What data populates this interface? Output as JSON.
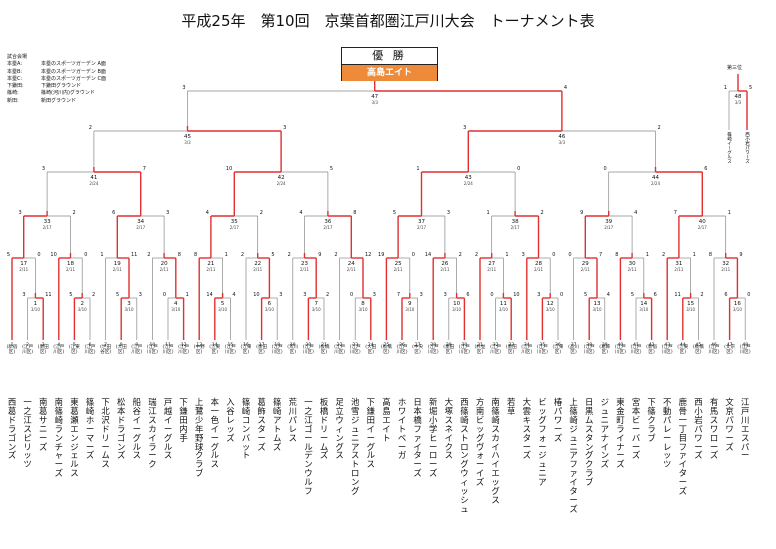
{
  "title": "平成25年　第10回　京葉首都圏江戸川大会　トーナメント表",
  "venue_heading": "試合会場",
  "venues": [
    {
      "key": "本塁A:",
      "value": "本塁のスポーツガーデン A面"
    },
    {
      "key": "本塁B:",
      "value": "本塁のスポーツガーデン B面"
    },
    {
      "key": "本塁C:",
      "value": "本塁のスポーツガーデン C面"
    },
    {
      "key": "下鎌田:",
      "value": "下鎌田グラウンド"
    },
    {
      "key": "篠崎:",
      "value": "篠崎(河川内)グラウンド"
    },
    {
      "key": "新田:",
      "value": "新田グラウンド"
    }
  ],
  "winner": {
    "label": "優 勝",
    "name": "高島エイト"
  },
  "third_place_label": "第三位",
  "colors": {
    "winner_line": "#e03030",
    "normal_line": "#888888",
    "champion_bg": "#ee8b3a"
  },
  "teams": [
    {
      "n": "1",
      "dist": "(新宿区)",
      "name": "西葛ドラゴンズ"
    },
    {
      "n": "2",
      "dist": "(江戸川区)",
      "name": "一之江スピリッツ"
    },
    {
      "n": "3",
      "dist": "(墨田区)",
      "name": "南葛サニーズ"
    },
    {
      "n": "4",
      "dist": "(江戸川区)",
      "name": "南篠崎ランチャーズ"
    },
    {
      "n": "5",
      "dist": "(江東区)",
      "name": "東葛瀬エンジェルス"
    },
    {
      "n": "6",
      "dist": "(江戸川区)",
      "name": "篠崎ホーマーズ"
    },
    {
      "n": "7",
      "dist": "(世田谷区)",
      "name": "下北沢ドリームス"
    },
    {
      "n": "8",
      "dist": "(大田区)",
      "name": "松本ドラゴンズ"
    },
    {
      "n": "9",
      "dist": "(江戸川区)",
      "name": "船谷イーグルス"
    },
    {
      "n": "10",
      "dist": "(江戸川区)",
      "name": "瑞江スカイラーク"
    },
    {
      "n": "11",
      "dist": "(江戸川区)",
      "name": "戸越イーグルス"
    },
    {
      "n": "12",
      "dist": "(江戸川区)",
      "name": "下鎌田内手"
    },
    {
      "n": "13",
      "dist": "(中野区)",
      "name": "上鷺少年野球クラブ"
    },
    {
      "n": "14",
      "dist": "(江東区)",
      "name": "本一色イーグルス"
    },
    {
      "n": "15",
      "dist": "(江戸川区)",
      "name": "入谷レッズ"
    },
    {
      "n": "16",
      "dist": "(江東区)",
      "name": "篠崎コンバット"
    },
    {
      "n": "17",
      "dist": "(墨田区)",
      "name": "葛飾スターズ"
    },
    {
      "n": "18",
      "dist": "(江戸川区)",
      "name": "篠崎アトムズ"
    },
    {
      "n": "19",
      "dist": "(荒川区)",
      "name": "荒川パレス"
    },
    {
      "n": "20",
      "dist": "(江戸川区)",
      "name": "一之江ゴールデンウルフ"
    },
    {
      "n": "21",
      "dist": "(板橋区)",
      "name": "板橋ドリームズ"
    },
    {
      "n": "22",
      "dist": "(江戸川区)",
      "name": "足立ウィングス"
    },
    {
      "n": "23",
      "dist": "(江戸川区)",
      "name": "池雪ジュニアストロング"
    },
    {
      "n": "24",
      "dist": "(大田区)",
      "name": "下鎌田イーグルス"
    },
    {
      "n": "25",
      "dist": "(板橋区)",
      "name": "高島エイト"
    },
    {
      "n": "26",
      "dist": "(江戸川区)",
      "name": "ホワイトベーガ"
    },
    {
      "n": "27",
      "dist": "(中央区)",
      "name": "日本橋ファイターズ"
    },
    {
      "n": "28",
      "dist": "(江戸川区)",
      "name": "新堀小学ヒーローズ"
    },
    {
      "n": "29",
      "dist": "(墨田区)",
      "name": "大塚スネイクス"
    },
    {
      "n": "30",
      "dist": "(江戸川区)",
      "name": "西篠崎ストロングウィッシュ"
    },
    {
      "n": "31",
      "dist": "(杉並区)",
      "name": "方南ビッグヴォーイズ"
    },
    {
      "n": "32",
      "dist": "(江戸川区)",
      "name": "南篠崎スカイハイエッグス"
    },
    {
      "n": "33",
      "dist": "(墨田区)",
      "name": "若草"
    },
    {
      "n": "34",
      "dist": "(江戸川区)",
      "name": "大雲キスターズ"
    },
    {
      "n": "35",
      "dist": "(江戸川区)",
      "name": "ビッグフォージュニア"
    },
    {
      "n": "36",
      "dist": "(江東区)",
      "name": "椿パワーズ"
    },
    {
      "n": "37",
      "dist": "(品川区)",
      "name": "上篠崎ジュニアファイターズ"
    },
    {
      "n": "38",
      "dist": "(江戸川区)",
      "name": "日黒ムスタングクラブ"
    },
    {
      "n": "39",
      "dist": "(葛飾区)",
      "name": "ジュニアナインズ"
    },
    {
      "n": "40",
      "dist": "(江戸川区)",
      "name": "東金町ライナーズ"
    },
    {
      "n": "41",
      "dist": "(江戸川区)",
      "name": "宮本ビーバーズ"
    },
    {
      "n": "42",
      "dist": "(新宿区)",
      "name": "下篠クラブ"
    },
    {
      "n": "43",
      "dist": "(江戸川区)",
      "name": "不動パレーレッツ"
    },
    {
      "n": "44",
      "dist": "(江東区)",
      "name": "鹿骨一丁目ファイターズ"
    },
    {
      "n": "45",
      "dist": "(板橋区)",
      "name": "西小岩パワーズ"
    },
    {
      "n": "46",
      "dist": "(江戸川区)",
      "name": "有馬スワローズ"
    },
    {
      "n": "47",
      "dist": "(文京区)",
      "name": "文京パワーズ"
    },
    {
      "n": "48",
      "dist": "(江戸川区)",
      "name": "江戸川エスパー"
    }
  ],
  "prelims": [
    {
      "no": "1",
      "date": "3/10",
      "a": 2,
      "b": 3,
      "sa": "3",
      "sb": "11",
      "w": 1
    },
    {
      "no": "2",
      "date": "3/10",
      "a": 5,
      "b": 6,
      "sa": "5",
      "sb": "2",
      "w": 0
    },
    {
      "no": "3",
      "date": "3/10",
      "a": 8,
      "b": 9,
      "sa": "5",
      "sb": "3",
      "w": 0
    },
    {
      "no": "4",
      "date": "3/10",
      "a": 11,
      "b": 12,
      "sa": "0",
      "sb": "1",
      "w": 1
    },
    {
      "no": "5",
      "date": "3/10",
      "a": 14,
      "b": 15,
      "sa": "14",
      "sb": "4",
      "w": 0
    },
    {
      "no": "6",
      "date": "3/10",
      "a": 17,
      "b": 18,
      "sa": "10",
      "sb": "3",
      "w": 0
    },
    {
      "no": "7",
      "date": "3/10",
      "a": 20,
      "b": 21,
      "sa": "3",
      "sb": "2",
      "w": 0
    },
    {
      "no": "8",
      "date": "3/10",
      "a": 23,
      "b": 24,
      "sa": "0",
      "sb": "3",
      "w": 1
    },
    {
      "no": "9",
      "date": "3/10",
      "a": 26,
      "b": 27,
      "sa": "7",
      "sb": "3",
      "w": 0
    },
    {
      "no": "10",
      "date": "3/10",
      "a": 29,
      "b": 30,
      "sa": "3",
      "sb": "6",
      "w": 1
    },
    {
      "no": "11",
      "date": "3/10",
      "a": 32,
      "b": 33,
      "sa": "0",
      "sb": "10",
      "w": 1
    },
    {
      "no": "12",
      "date": "3/10",
      "a": 35,
      "b": 36,
      "sa": "3",
      "sb": "0",
      "w": 0
    },
    {
      "no": "13",
      "date": "3/10",
      "a": 38,
      "b": 39,
      "sa": "5",
      "sb": "4",
      "w": 0
    },
    {
      "no": "14",
      "date": "3/10",
      "a": 41,
      "b": 42,
      "sa": "5",
      "sb": "6",
      "w": 1
    },
    {
      "no": "15",
      "date": "3/10",
      "a": 44,
      "b": 45,
      "sa": "11",
      "sb": "2",
      "w": 0
    },
    {
      "no": "16",
      "date": "3/10",
      "a": 47,
      "b": 48,
      "sa": "6",
      "sb": "0",
      "w": 0
    }
  ],
  "matches": [
    {
      "no": "17",
      "date": "2/11",
      "a": "t1",
      "b": "m1",
      "sa": "5",
      "sb": "0",
      "w": 0
    },
    {
      "no": "18",
      "date": "2/11",
      "a": "t4",
      "b": "m2",
      "sa": "10",
      "sb": "0",
      "w": 0
    },
    {
      "no": "19",
      "date": "2/11",
      "a": "t7",
      "b": "m3",
      "sa": "1",
      "sb": "11",
      "w": 1
    },
    {
      "no": "20",
      "date": "2/11",
      "a": "t10",
      "b": "m4",
      "sa": "2",
      "sb": "8",
      "w": 1
    },
    {
      "no": "21",
      "date": "2/11",
      "a": "t13",
      "b": "m5",
      "sa": "8",
      "sb": "1",
      "w": 0
    },
    {
      "no": "22",
      "date": "2/11",
      "a": "t16",
      "b": "m6",
      "sa": "2",
      "sb": "5",
      "w": 1
    },
    {
      "no": "23",
      "date": "2/11",
      "a": "t19",
      "b": "m7",
      "sa": "2",
      "sb": "9",
      "w": 1
    },
    {
      "no": "24",
      "date": "2/11",
      "a": "t22",
      "b": "m8",
      "sa": "2",
      "sb": "12",
      "w": 1
    },
    {
      "no": "25",
      "date": "2/11",
      "a": "t25",
      "b": "m9",
      "sa": "19",
      "sb": "0",
      "w": 0
    },
    {
      "no": "26",
      "date": "2/11",
      "a": "t28",
      "b": "m10",
      "sa": "14",
      "sb": "2",
      "w": 0
    },
    {
      "no": "27",
      "date": "2/11",
      "a": "t31",
      "b": "m11",
      "sa": "2",
      "sb": "1",
      "w": 0
    },
    {
      "no": "28",
      "date": "2/11",
      "a": "t34",
      "b": "m12",
      "sa": "3",
      "sb": "0",
      "w": 0
    },
    {
      "no": "29",
      "date": "2/11",
      "a": "t37",
      "b": "m13",
      "sa": "0",
      "sb": "7",
      "w": 1
    },
    {
      "no": "30",
      "date": "2/11",
      "a": "t40",
      "b": "m14",
      "sa": "8",
      "sb": "1",
      "w": 0
    },
    {
      "no": "31",
      "date": "2/11",
      "a": "t43",
      "b": "m15",
      "sa": "2",
      "sb": "1",
      "w": 0
    },
    {
      "no": "32",
      "date": "2/11",
      "a": "t46",
      "b": "m16",
      "sa": "8",
      "sb": "9",
      "w": 1
    },
    {
      "no": "33",
      "date": "2/17",
      "a": "m17",
      "b": "m18",
      "sa": "3",
      "sb": "2",
      "w": 0
    },
    {
      "no": "34",
      "date": "2/17",
      "a": "m19",
      "b": "m20",
      "sa": "6",
      "sb": "3",
      "w": 0
    },
    {
      "no": "35",
      "date": "2/17",
      "a": "m21",
      "b": "m22",
      "sa": "4",
      "sb": "2",
      "w": 0
    },
    {
      "no": "36",
      "date": "2/17",
      "a": "m23",
      "b": "m24",
      "sa": "4",
      "sb": "8",
      "w": 1
    },
    {
      "no": "37",
      "date": "2/17",
      "a": "m25",
      "b": "m26",
      "sa": "5",
      "sb": "3",
      "w": 0
    },
    {
      "no": "38",
      "date": "2/17",
      "a": "m27",
      "b": "m28",
      "sa": "1",
      "sb": "2",
      "w": 1
    },
    {
      "no": "39",
      "date": "2/17",
      "a": "m29",
      "b": "m30",
      "sa": "9",
      "sb": "4",
      "w": 0
    },
    {
      "no": "40",
      "date": "2/17",
      "a": "m31",
      "b": "m32",
      "sa": "7",
      "sb": "1",
      "w": 0
    },
    {
      "no": "41",
      "date": "2/24",
      "a": "m33",
      "b": "m34",
      "sa": "3",
      "sb": "7",
      "w": 1
    },
    {
      "no": "42",
      "date": "2/24",
      "a": "m35",
      "b": "m36",
      "sa": "10",
      "sb": "5",
      "w": 0
    },
    {
      "no": "43",
      "date": "2/24",
      "a": "m37",
      "b": "m38",
      "sa": "1",
      "sb": "0",
      "w": 0
    },
    {
      "no": "44",
      "date": "2/24",
      "a": "m39",
      "b": "m40",
      "sa": "0",
      "sb": "6",
      "w": 1
    },
    {
      "no": "45",
      "date": "3/3",
      "a": "m41",
      "b": "m42",
      "sa": "2",
      "sb": "3",
      "w": 1
    },
    {
      "no": "46",
      "date": "3/3",
      "a": "m43",
      "b": "m44",
      "sa": "3",
      "sb": "2",
      "w": 0
    },
    {
      "no": "47",
      "date": "3/3",
      "a": "m45",
      "b": "m46",
      "sa": "3",
      "sb": "4",
      "w": 1
    }
  ],
  "third_match": {
    "no": "48",
    "date": "3/3",
    "sa": "1",
    "sb": "5",
    "w": 1,
    "team_a": "篠崎イーグルス",
    "team_b": "西小岩パワーズ"
  }
}
